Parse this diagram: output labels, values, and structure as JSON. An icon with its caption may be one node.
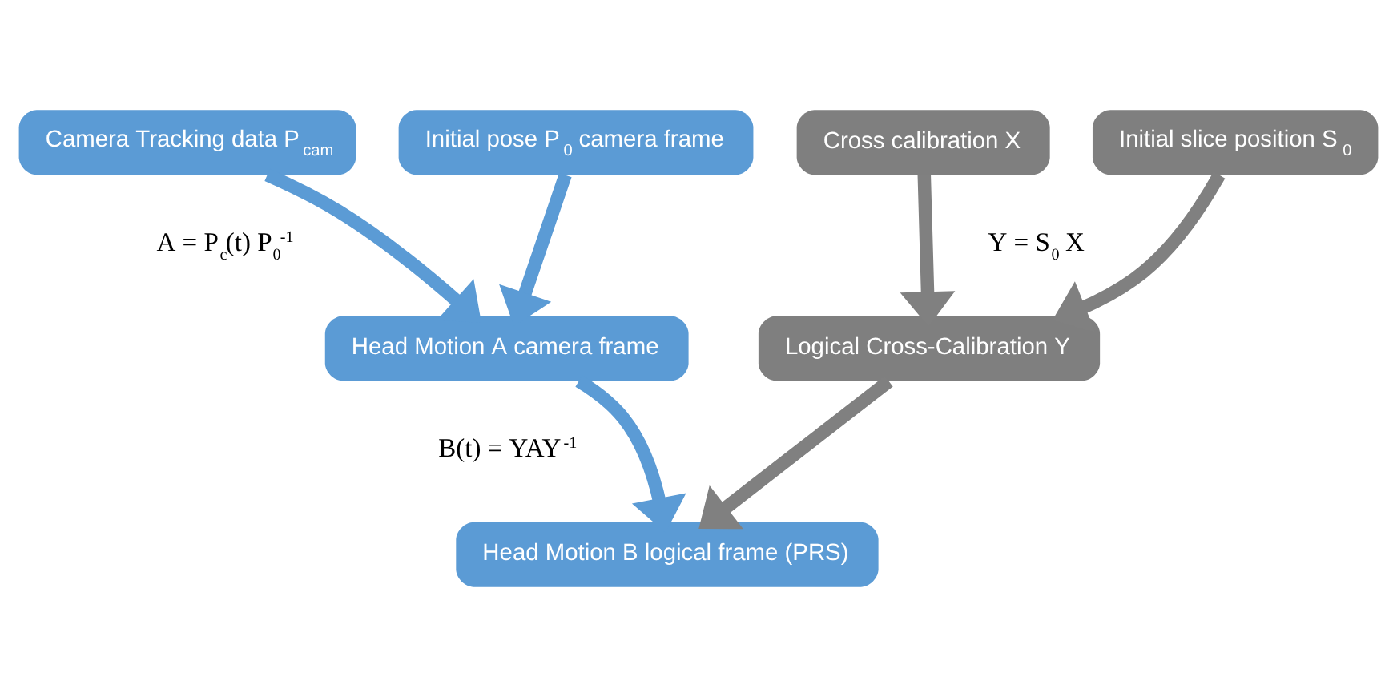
{
  "diagram": {
    "nodes": [
      {
        "text": [
          "Camera Tracking data P$_{cam}$"
        ]
      },
      {
        "text": [
          "Initial pose P$_{0}$ camera frame"
        ]
      },
      {
        "text": [
          "Cross calibration X"
        ]
      },
      {
        "text": [
          "Initial slice position S$_{0}$"
        ]
      },
      {
        "text": [
          "Head Motion A camera frame"
        ]
      },
      {
        "text": [
          "Logical Cross-Calibration Y"
        ]
      },
      {
        "text": [
          "Head Motion B logical frame (PRS)"
        ]
      }
    ],
    "edges": [
      {
        "from": 0,
        "to": 4,
        "arrow": "to"
      },
      {
        "from": 1,
        "to": 4,
        "arrow": "to"
      },
      {
        "from": 2,
        "to": 5,
        "arrow": "to",
        "color": "#808080"
      },
      {
        "from": 3,
        "to": 5,
        "arrow": "to",
        "color": "#808080"
      },
      {
        "from": 4,
        "to": 6,
        "arrow": "to"
      },
      {
        "from": 5,
        "to": 6,
        "arrow": "to",
        "color": "#808080"
      }
    ],
    "labels": [
      "A = P$_{c}$(t) P$_{0}$$^{-1}$",
      "Y = S$_{0}$ X",
      "B(t) = YAY$^{-1}$"
    ]
  }
}
